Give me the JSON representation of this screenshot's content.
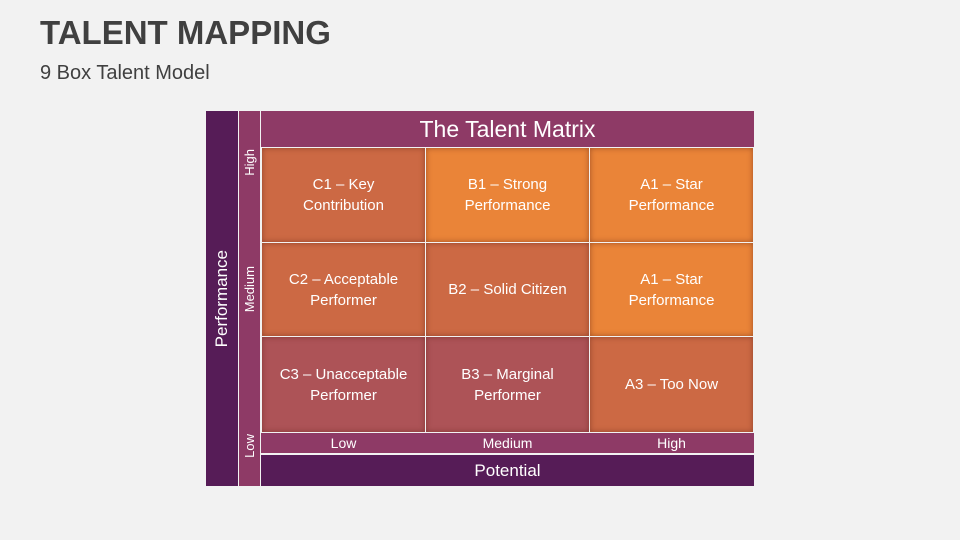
{
  "header": {
    "title": "TALENT MAPPING",
    "subtitle": "9 Box Talent Model"
  },
  "matrix": {
    "title": "The Talent Matrix",
    "y_axis": "Performance",
    "x_axis": "Potential",
    "y_levels": [
      "High",
      "Medium",
      "Low"
    ],
    "x_levels": [
      "Low",
      "Medium",
      "High"
    ],
    "cells": [
      {
        "label": "C1 – Key Contribution",
        "color": "#cc6944"
      },
      {
        "label": "B1 – Strong Performance",
        "color": "#ea8438"
      },
      {
        "label": "A1 – Star Performance",
        "color": "#ea8438"
      },
      {
        "label": "C2 – Acceptable Performer",
        "color": "#cc6944"
      },
      {
        "label": "B2 – Solid Citizen",
        "color": "#cc6944"
      },
      {
        "label": "A1 – Star Performance",
        "color": "#ea8438"
      },
      {
        "label": "C3 – Unacceptable Performer",
        "color": "#ad5357"
      },
      {
        "label": "B3 – Marginal Performer",
        "color": "#ad5357"
      },
      {
        "label": "A3 – Too Now",
        "color": "#cc6944"
      }
    ]
  }
}
